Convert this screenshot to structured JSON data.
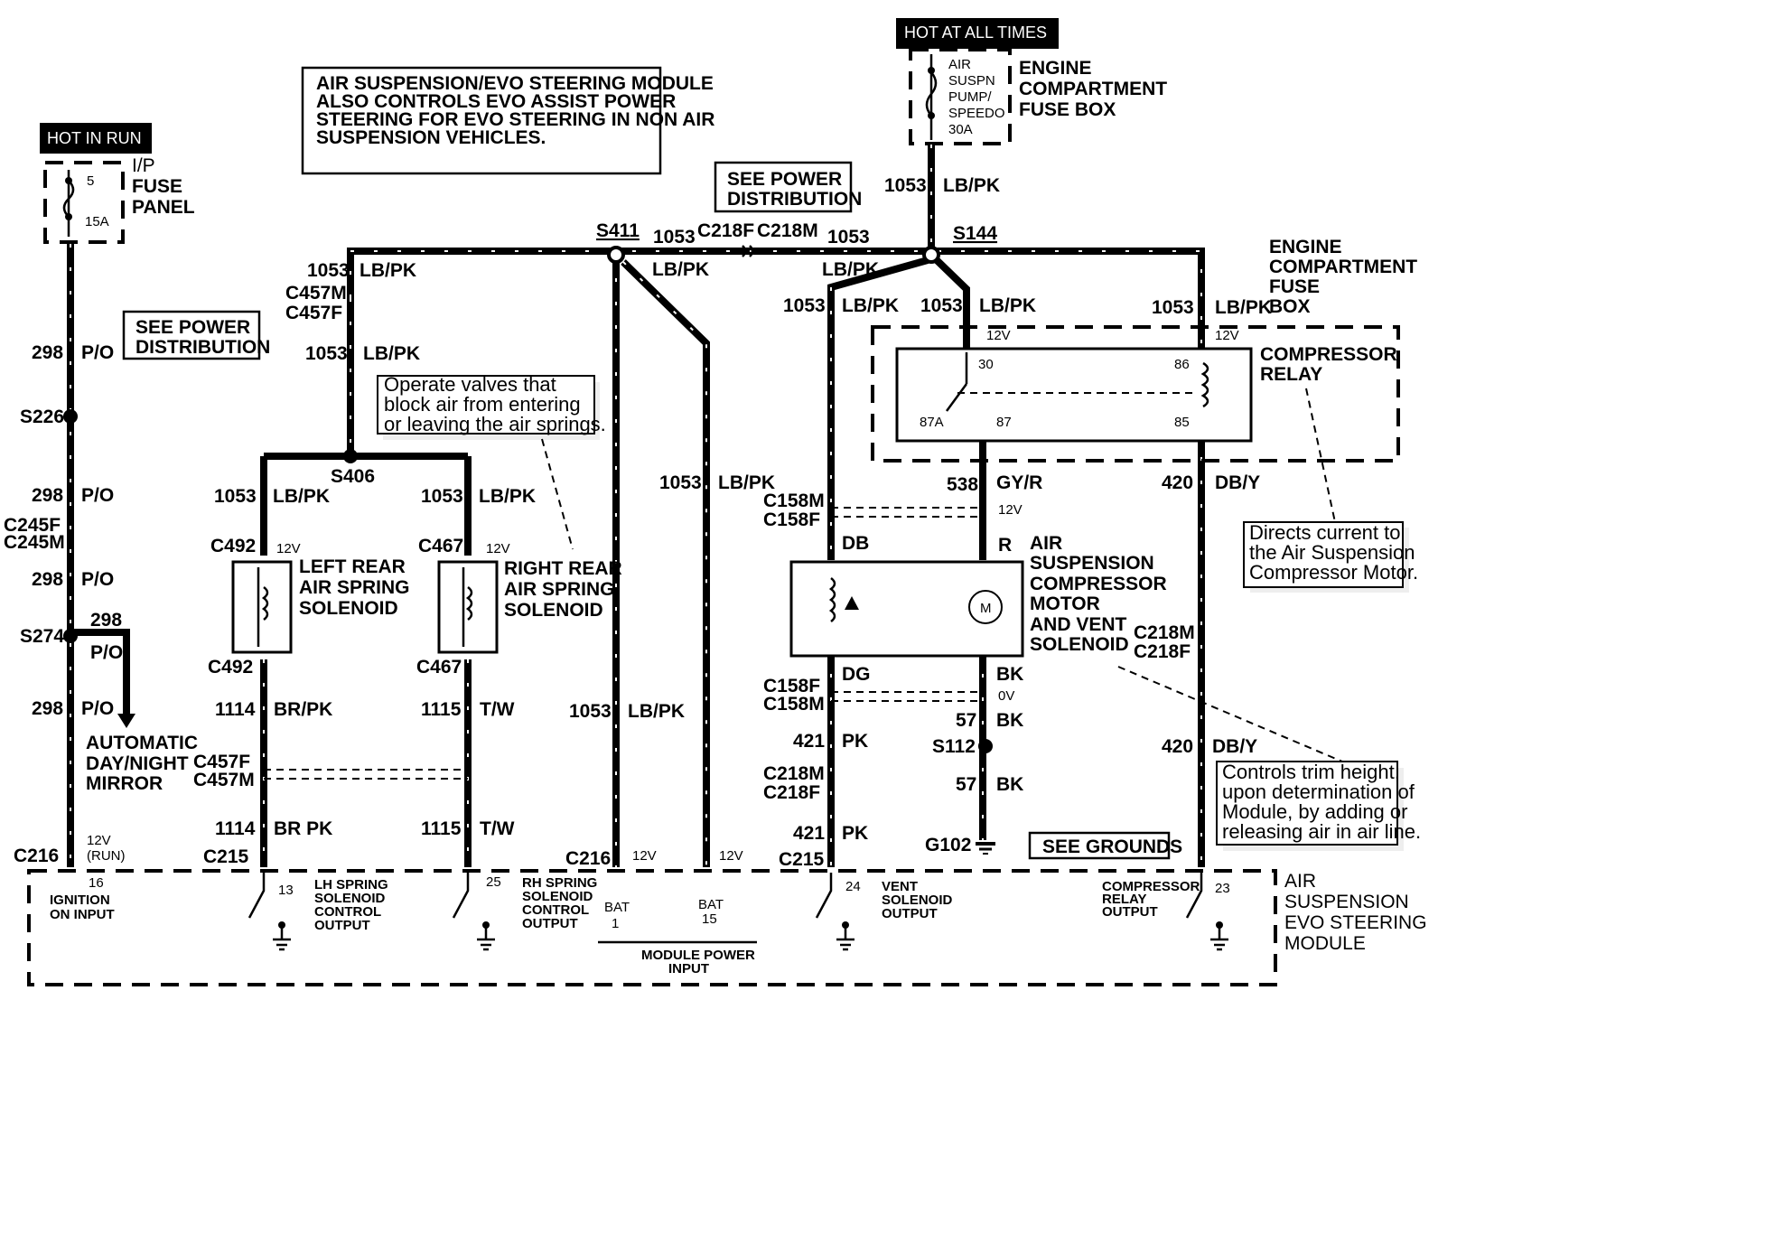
{
  "header_boxes": {
    "hot_in_run": "HOT IN RUN",
    "hot_at_all_times": "HOT AT ALL TIMES"
  },
  "notes": {
    "module_note": [
      "AIR SUSPENSION/EVO STEERING MODULE",
      "ALSO CONTROLS EVO ASSIST POWER",
      "STEERING FOR EVO STEERING IN NON AIR",
      "SUSPENSION VEHICLES."
    ],
    "see_power_distribution": [
      "SEE POWER",
      "DISTRIBUTION"
    ],
    "see_grounds": "SEE GROUNDS",
    "valves_callout": [
      "Operate valves that",
      "block air from entering",
      "or leaving the air springs."
    ],
    "relay_callout": [
      "Directs current to",
      "the Air Suspension",
      "Compressor Motor."
    ],
    "trim_callout": [
      "Controls trim height,",
      "upon determination of",
      "Module, by adding or",
      "releasing air in air line."
    ]
  },
  "fuses": {
    "ip_fuse": {
      "number": "5",
      "rating": "15A",
      "panel": [
        "I/P",
        "FUSE",
        "PANEL"
      ]
    },
    "engine_fuse": {
      "name": [
        "AIR",
        "SUSPN",
        "PUMP/",
        "SPEEDO",
        "30A"
      ],
      "box": [
        "ENGINE",
        "COMPARTMENT",
        "FUSE BOX"
      ]
    }
  },
  "components": {
    "left_solenoid": [
      "LEFT REAR",
      "AIR SPRING",
      "SOLENOID"
    ],
    "right_solenoid": [
      "RIGHT REAR",
      "AIR SPRING",
      "SOLENOID"
    ],
    "compressor": [
      "AIR",
      "SUSPENSION",
      "COMPRESSOR",
      "MOTOR",
      "AND VENT",
      "SOLENOID"
    ],
    "relay": [
      "COMPRESSOR",
      "RELAY"
    ],
    "relay_box": [
      "ENGINE",
      "COMPARTMENT",
      "FUSE",
      "BOX"
    ],
    "mirror": [
      "AUTOMATIC",
      "DAY/NIGHT",
      "MIRROR"
    ],
    "module": [
      "AIR",
      "SUSPENSION",
      "EVO STEERING",
      "MODULE"
    ],
    "motor_symbol": "M",
    "relay_pins": {
      "p30": "30",
      "p86": "86",
      "p87a": "87A",
      "p87": "87",
      "p85": "85",
      "v12a": "12V",
      "v12b": "12V"
    }
  },
  "splices": {
    "s411": "S411",
    "s144": "S144",
    "s406": "S406",
    "s226": "S226",
    "s274": "S274",
    "s112": "S112",
    "g102": "G102"
  },
  "connectors": {
    "c218f": "C218F",
    "c218m": "C218M",
    "c457m": "C457M",
    "c457f": "C457F",
    "c245f": "C245F",
    "c245m": "C245M",
    "c492": "C492",
    "c467": "C467",
    "c158m": "C158M",
    "c158f": "C158F",
    "c216": "C216",
    "c215": "C215"
  },
  "circuits": {
    "c1053": "1053",
    "lbpk": "LB/PK",
    "c298": "298",
    "po": "P/O",
    "c1114": "1114",
    "brpk": "BR/PK",
    "brpk2": "BR PK",
    "c1115": "1115",
    "tw": "T/W",
    "c538": "538",
    "gyr": "GY/R",
    "c420": "420",
    "dby": "DB/Y",
    "db": "DB",
    "r": "R",
    "dg": "DG",
    "bk": "BK",
    "c421": "421",
    "pk": "PK",
    "c57": "57",
    "v12": "12V",
    "run": "(RUN)",
    "dv": "0V"
  },
  "module_pins": {
    "p16": "16",
    "ign": [
      "IGNITION",
      "ON INPUT"
    ],
    "p13": "13",
    "lh": [
      "LH SPRING",
      "SOLENOID",
      "CONTROL",
      "OUTPUT"
    ],
    "p25": "25",
    "rh": [
      "RH SPRING",
      "SOLENOID",
      "CONTROL",
      "OUTPUT"
    ],
    "bat1": [
      "BAT",
      "1"
    ],
    "bat15": [
      "BAT",
      "15"
    ],
    "power": [
      "MODULE POWER",
      "INPUT"
    ],
    "p24": "24",
    "vent": [
      "VENT",
      "SOLENOID",
      "OUTPUT"
    ],
    "comp": [
      "COMPRESSOR",
      "RELAY",
      "OUTPUT"
    ],
    "p23": "23"
  }
}
